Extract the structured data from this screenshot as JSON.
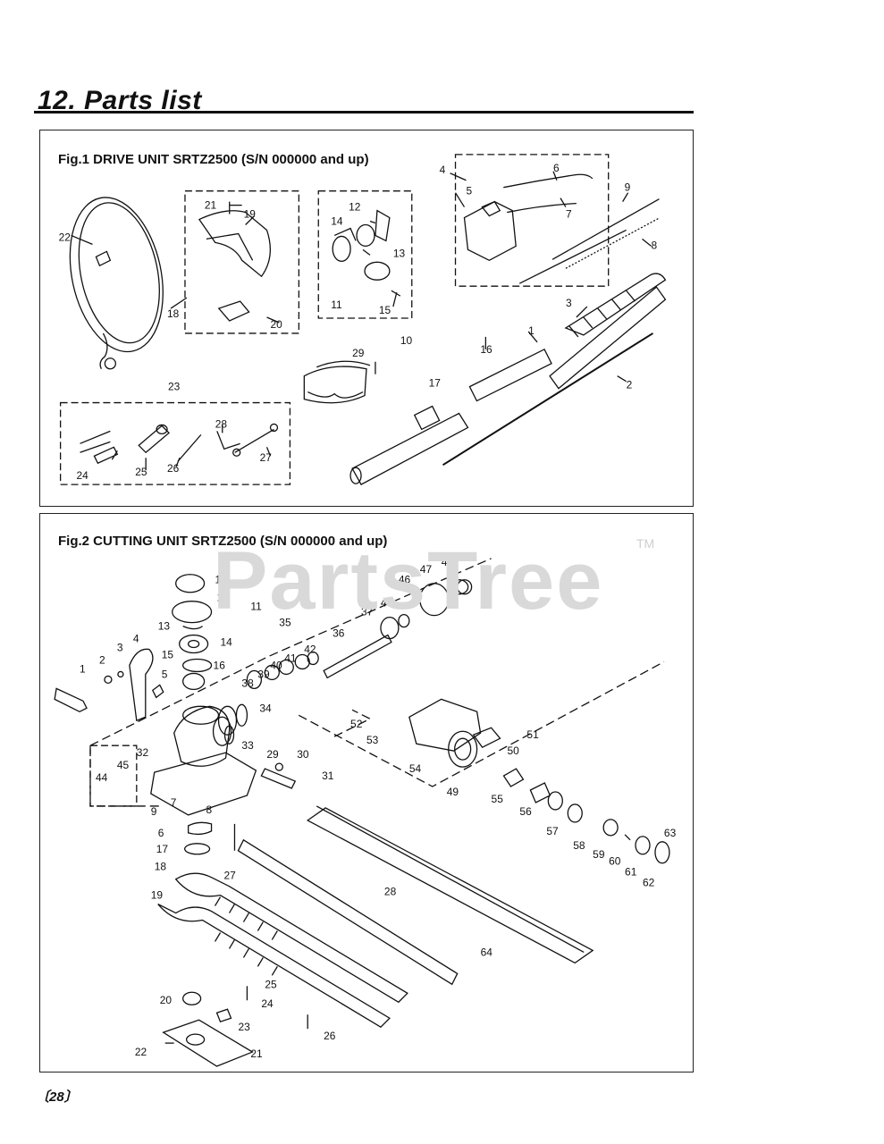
{
  "page": {
    "title": "12. Parts list",
    "page_number": "〔28〕",
    "watermark": "PartsTree",
    "watermark_tm": "TM"
  },
  "fig1": {
    "caption": "Fig.1 DRIVE UNIT  SRTZ2500 (S/N 000000 and up)",
    "callouts": [
      "1",
      "2",
      "3",
      "4",
      "5",
      "6",
      "7",
      "8",
      "9",
      "10",
      "11",
      "12",
      "13",
      "14",
      "15",
      "16",
      "17",
      "18",
      "19",
      "20",
      "21",
      "22",
      "23",
      "24",
      "25",
      "26",
      "27",
      "28",
      "29"
    ]
  },
  "fig2": {
    "caption": "Fig.2 CUTTING UNIT  SRTZ2500 (S/N 000000 and up)",
    "callouts": [
      "1",
      "2",
      "3",
      "4",
      "5",
      "6",
      "7",
      "8",
      "9",
      "10",
      "11",
      "12",
      "13",
      "14",
      "15",
      "16",
      "17",
      "18",
      "19",
      "20",
      "21",
      "22",
      "23",
      "24",
      "25",
      "26",
      "27",
      "28",
      "29",
      "30",
      "31",
      "32",
      "33",
      "34",
      "35",
      "36",
      "37",
      "38",
      "39",
      "40",
      "41",
      "42",
      "43",
      "44",
      "45",
      "46",
      "47",
      "48",
      "49",
      "50",
      "51",
      "52",
      "53",
      "54",
      "55",
      "56",
      "57",
      "58",
      "59",
      "60",
      "61",
      "62",
      "63",
      "64"
    ]
  }
}
